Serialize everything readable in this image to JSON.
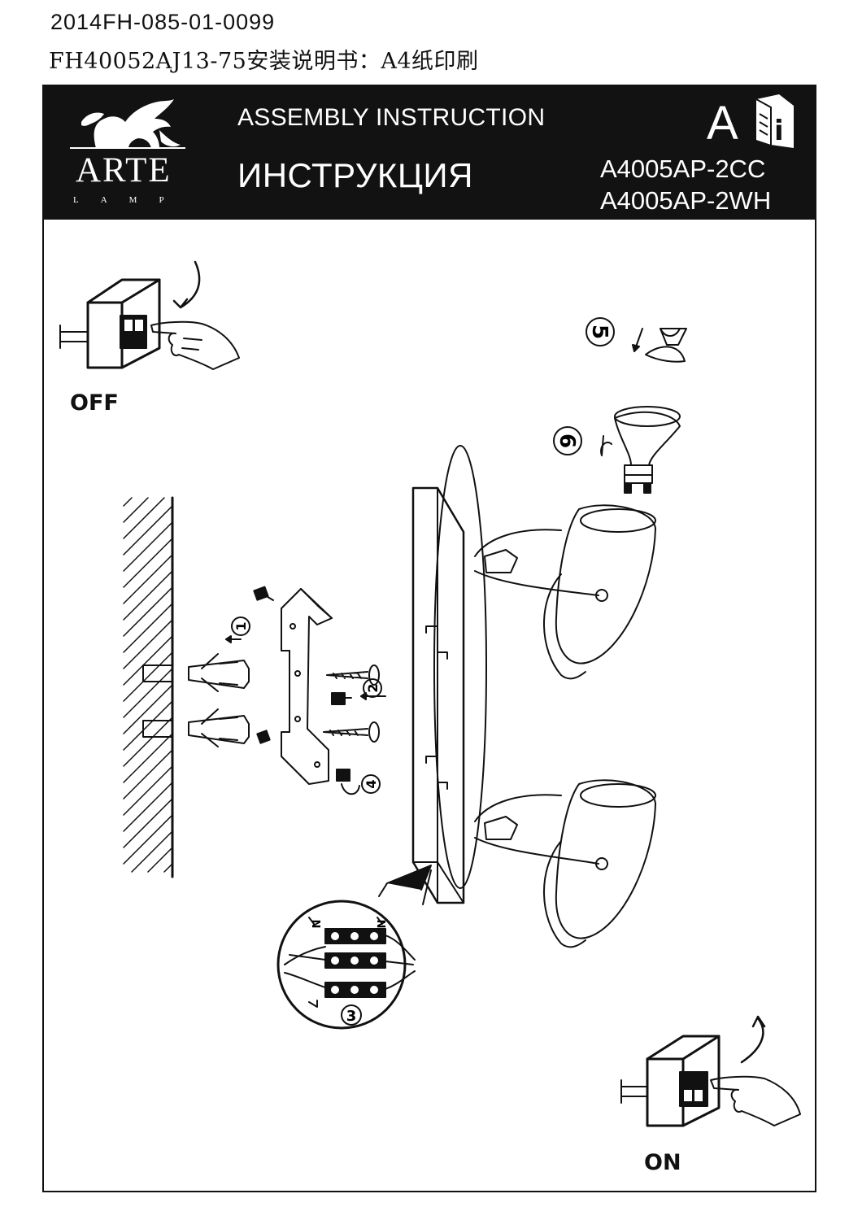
{
  "document": {
    "code": "2014FH-085-01-0099",
    "subtitle": "FH40052AJ13-75安装说明书：A4纸印刷"
  },
  "header": {
    "brand_name": "ARTE",
    "brand_sub": "LAMP",
    "title_en": "ASSEMBLY INSTRUCTION",
    "title_ru": "ИНСТРУКЦИЯ",
    "badge_letter": "A",
    "models": [
      "A4005AP-2CC",
      "A4005AP-2WH"
    ]
  },
  "switch_labels": {
    "off": "OFF",
    "on": "ON"
  },
  "steps": [
    "1",
    "2",
    "3",
    "4",
    "5",
    "6"
  ],
  "connector_labels": [
    "N",
    "N"
  ],
  "icons": [
    "lion-logo-icon",
    "instruction-book-icon",
    "hand-pressing-switch-icon",
    "curved-arrow-icon"
  ],
  "colors": {
    "header_bg": "#121212",
    "ink": "#111111",
    "paper": "#ffffff"
  }
}
